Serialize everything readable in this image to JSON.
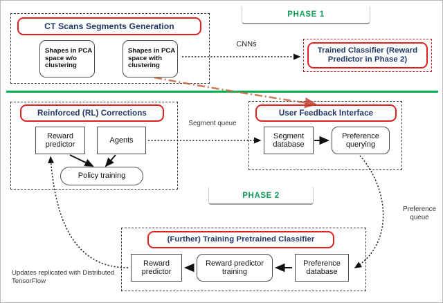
{
  "figure": {
    "phase1_label": "PHASE 1",
    "phase2_label": "PHASE 2",
    "divider_color": "#00b050",
    "title_border_color": "#e02020",
    "title_text_color": "#1f3864"
  },
  "phase1": {
    "group_title": "CT Scans Segments Generation",
    "boxes": [
      {
        "label": "Shapes in PCA space w/o clustering"
      },
      {
        "label": "Shapes in PCA space with clustering"
      }
    ],
    "edge_label": "CNNs",
    "classifier_title": "Trained Classifier (Reward Predictor in Phase 2)"
  },
  "phase2": {
    "rl": {
      "group_title": "Reinforced (RL) Corrections",
      "reward_predictor": "Reward predictor",
      "agents": "Agents",
      "policy_training": "Policy training"
    },
    "feedback": {
      "group_title": "User Feedback Interface",
      "segment_database": "Segment database",
      "preference_querying": "Preference querying"
    },
    "training": {
      "group_title": "(Further) Training  Pretrained Classifier",
      "reward_predictor": "Reward predictor",
      "reward_predictor_training": "Reward predictor training",
      "preference_database": "Preference database"
    },
    "edge_labels": {
      "segment_queue": "Segment queue",
      "preference_queue": "Preference queue",
      "updates_note": "Updates replicated with Distributed TensorFlow"
    }
  }
}
